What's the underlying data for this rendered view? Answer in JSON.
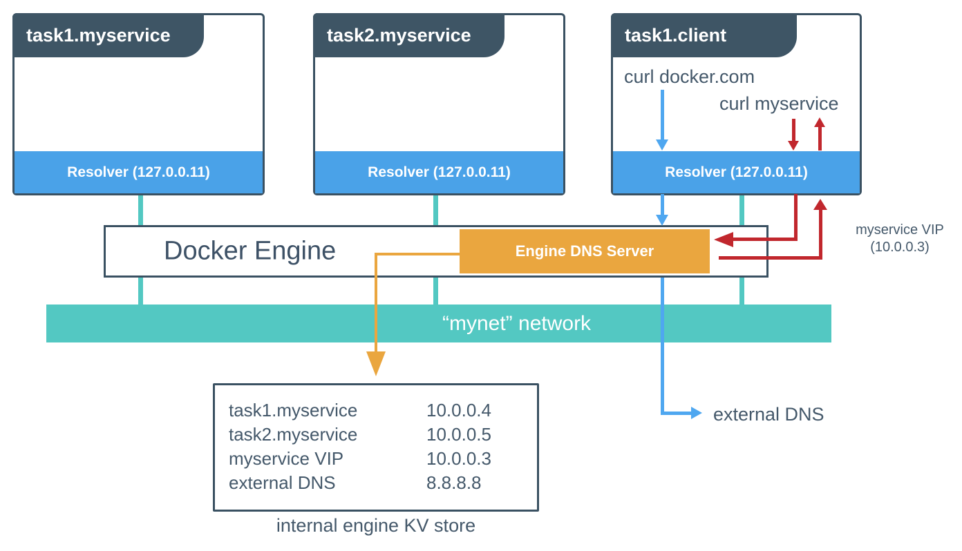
{
  "containers": [
    {
      "title": "task1.myservice",
      "resolver_label": "Resolver (127.0.0.11)"
    },
    {
      "title": "task2.myservice",
      "resolver_label": "Resolver (127.0.0.11)"
    },
    {
      "title": "task1.client",
      "resolver_label": "Resolver (127.0.0.11)"
    }
  ],
  "client_box": {
    "curl_external": "curl docker.com",
    "curl_service": "curl myservice"
  },
  "engine": {
    "label": "Docker Engine",
    "dns_server_label": "Engine DNS Server"
  },
  "network": {
    "label": "“mynet” network"
  },
  "kv_store": {
    "rows": [
      {
        "key": "task1.myservice",
        "value": "10.0.0.4"
      },
      {
        "key": "task2.myservice",
        "value": "10.0.0.5"
      },
      {
        "key": "myservice VIP",
        "value": "10.0.0.3"
      },
      {
        "key": "external DNS",
        "value": "8.8.8.8"
      }
    ],
    "caption": "internal engine KV store"
  },
  "annotations": {
    "external_dns": "external DNS",
    "vip_line1": "myservice VIP",
    "vip_line2": "(10.0.0.3)"
  },
  "colors": {
    "slate_fill": "#3E5565",
    "slate_border": "#3A5162",
    "text_slate": "#44586A",
    "resolver_blue": "#4AA2E8",
    "arrow_blue": "#4FA7F0",
    "network_teal": "#53C8C2",
    "dns_orange": "#EAA63F",
    "query_red": "#C1272D"
  }
}
